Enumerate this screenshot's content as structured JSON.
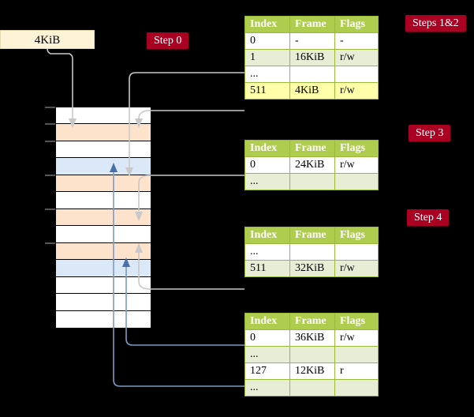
{
  "source": {
    "label": "4KiB"
  },
  "badges": [
    {
      "id": "step0",
      "label": "Step 0"
    },
    {
      "id": "steps12",
      "label": "Steps 1&2"
    },
    {
      "id": "step3",
      "label": "Step 3"
    },
    {
      "id": "step4",
      "label": "Step 4"
    }
  ],
  "memory": {
    "name": "physical-memory-column",
    "rows": [
      {
        "fill": "white",
        "tick": true
      },
      {
        "fill": "orange",
        "tick": true
      },
      {
        "fill": "white",
        "tick": true
      },
      {
        "fill": "blue",
        "tick": false
      },
      {
        "fill": "orange",
        "tick": true
      },
      {
        "fill": "white",
        "tick": false
      },
      {
        "fill": "orange",
        "tick": true
      },
      {
        "fill": "white",
        "tick": false
      },
      {
        "fill": "orange",
        "tick": true
      },
      {
        "fill": "blue",
        "tick": false
      },
      {
        "fill": "white",
        "tick": false
      },
      {
        "fill": "white",
        "tick": false
      },
      {
        "fill": "white",
        "tick": false
      }
    ]
  },
  "tables": [
    {
      "id": "table1",
      "name": "page-table-level-1",
      "headers": [
        "Index",
        "Frame",
        "Flags"
      ],
      "rows": [
        {
          "style": "plain",
          "cells": [
            "0",
            "-",
            "-"
          ]
        },
        {
          "style": "alt",
          "cells": [
            "1",
            "16KiB",
            "r/w"
          ]
        },
        {
          "style": "plain",
          "cells": [
            "...",
            "",
            ""
          ]
        },
        {
          "style": "hl",
          "cells": [
            "511",
            "4KiB",
            "r/w"
          ]
        }
      ]
    },
    {
      "id": "table2",
      "name": "page-table-level-2",
      "headers": [
        "Index",
        "Frame",
        "Flags"
      ],
      "rows": [
        {
          "style": "plain",
          "cells": [
            "0",
            "24KiB",
            "r/w"
          ]
        },
        {
          "style": "alt",
          "cells": [
            "...",
            "",
            ""
          ]
        }
      ]
    },
    {
      "id": "table3",
      "name": "page-table-level-3",
      "headers": [
        "Index",
        "Frame",
        "Flags"
      ],
      "rows": [
        {
          "style": "plain",
          "cells": [
            "...",
            "",
            ""
          ]
        },
        {
          "style": "alt",
          "cells": [
            "511",
            "32KiB",
            "r/w"
          ]
        }
      ]
    },
    {
      "id": "table4",
      "name": "page-table-level-4",
      "headers": [
        "Index",
        "Frame",
        "Flags"
      ],
      "rows": [
        {
          "style": "plain",
          "cells": [
            "0",
            "36KiB",
            "r/w"
          ]
        },
        {
          "style": "alt",
          "cells": [
            "...",
            "",
            ""
          ]
        },
        {
          "style": "plain",
          "cells": [
            "127",
            "12KiB",
            "r"
          ]
        },
        {
          "style": "alt",
          "cells": [
            "...",
            "",
            ""
          ]
        }
      ]
    }
  ],
  "colors": {
    "background": "#000000",
    "badge": "#aa0022",
    "table_header": "#aecc4d",
    "table_alt_row": "#e8eed6",
    "table_highlight": "#ffffaa",
    "source_box": "#fdf3d7",
    "memory_orange": "#fde3cc",
    "memory_blue": "#dbe8f7",
    "wire_grey": "#c8c8c8",
    "wire_blue": "#7b9cc4"
  }
}
